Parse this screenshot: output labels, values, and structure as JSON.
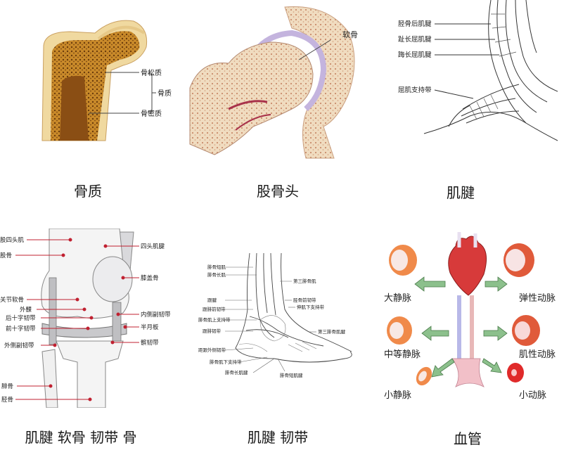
{
  "panels": [
    {
      "caption": "骨质",
      "labels": {
        "spongy": "骨松质",
        "compact": "骨密质",
        "group": "骨质"
      }
    },
    {
      "caption": "股骨头",
      "labels": {
        "cartilage": "软骨"
      }
    },
    {
      "caption": "肌腱",
      "labels": {
        "t1": "胫骨后肌腱",
        "t2": "趾长屈肌腱",
        "t3": "踇长屈肌腱",
        "t4": "屈肌支持带"
      }
    },
    {
      "caption": "肌腱 软骨 韧带 骨",
      "labels": {
        "quad": "股四头肌",
        "femur": "股骨",
        "artcart": "关节软骨",
        "lat_condyle": "外髁",
        "pcl": "后十字韧带",
        "acl": "前十字韧带",
        "lcl": "外侧副韧带",
        "fibula": "腓骨",
        "tibia": "胫骨",
        "quad_tendon": "四头肌腱",
        "patella": "膝盖骨",
        "mcl": "内侧副韧带",
        "meniscus": "半月板",
        "patellar_lig": "髌韧带"
      }
    },
    {
      "caption": "肌腱 韧带",
      "labels": {
        "l1": "腓骨短肌",
        "l2": "腓骨长肌",
        "l3": "跟腱",
        "l4": "跟腓前韧带",
        "l5": "腓骨肌上支持带",
        "l6": "跟腓韧带",
        "l7": "距跟外侧韧带",
        "l8": "腓骨肌下支持带",
        "l9": "腓骨长肌腱",
        "r1": "第三腓骨肌",
        "r2": "胫骨前韧带",
        "r3": "伸肌下支持带",
        "r4": "第三腓骨肌腱",
        "r5": "腓骨短肌腱"
      }
    },
    {
      "caption": "血管",
      "labels": {
        "big_vein": "大静脉",
        "mid_vein": "中等静脉",
        "small_vein": "小静脉",
        "elastic_artery": "弹性动脉",
        "muscular_artery": "肌性动脉",
        "arteriole": "小动脉"
      }
    }
  ]
}
